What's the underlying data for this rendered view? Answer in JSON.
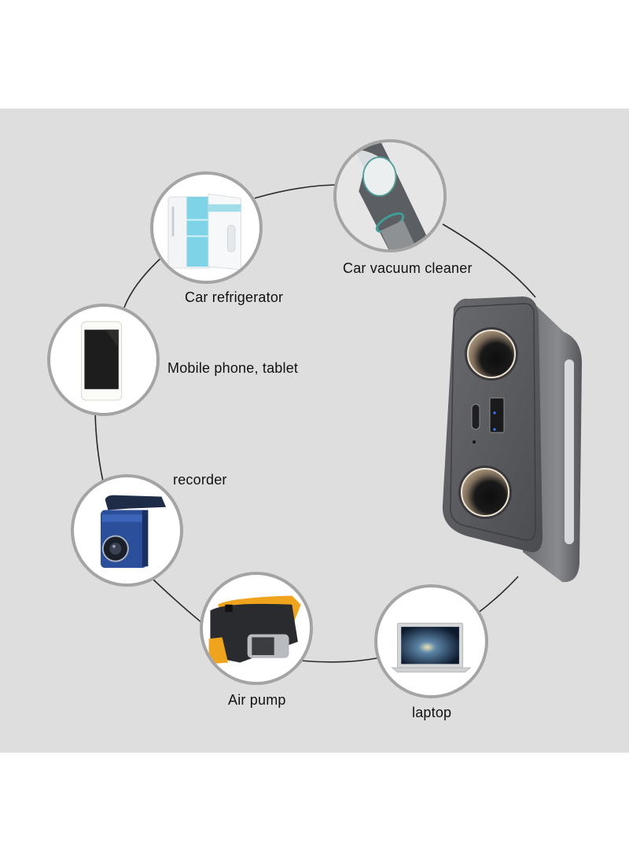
{
  "figure": {
    "background_color": "#dedede",
    "circle_border_color": "#a4a4a4",
    "line_color": "#2a2a2a",
    "center_product": {
      "name": "Car charger splitter",
      "features": [
        "2 cigarette lighter sockets",
        "USB-C port",
        "USB-A port",
        "Indicator LED"
      ],
      "body_color": "#5e5e62",
      "ring_color": "#d9c7a8",
      "led_color": "#3a7bff"
    },
    "devices": [
      {
        "id": "car-refrigerator",
        "label": "Car refrigerator"
      },
      {
        "id": "car-vacuum-cleaner",
        "label": "Car vacuum cleaner"
      },
      {
        "id": "mobile-phone-tablet",
        "label": "Mobile phone, tablet"
      },
      {
        "id": "recorder",
        "label": "recorder"
      },
      {
        "id": "air-pump",
        "label": "Air pump"
      },
      {
        "id": "laptop",
        "label": "laptop"
      }
    ]
  }
}
